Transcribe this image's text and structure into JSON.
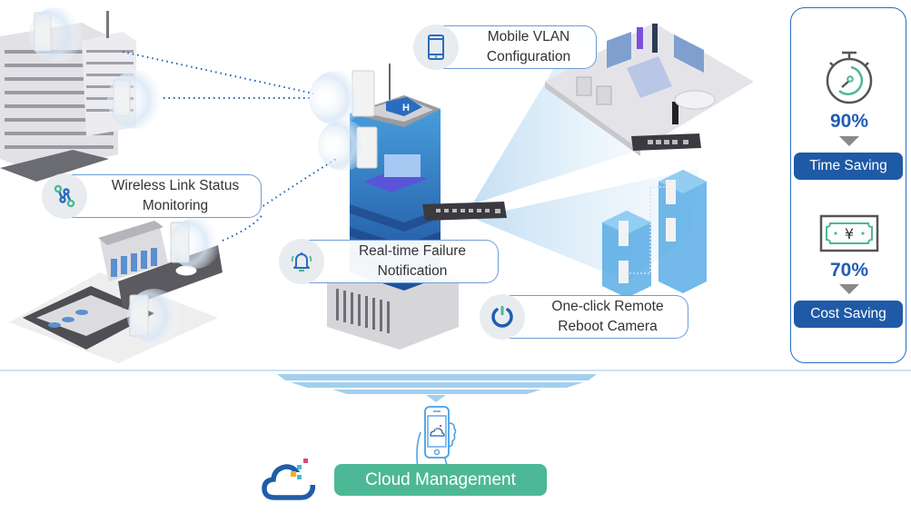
{
  "features": [
    {
      "id": "mobile-vlan",
      "lines": [
        "Mobile VLAN",
        "Configuration"
      ],
      "icon": "mobile-phone-icon"
    },
    {
      "id": "wireless-link",
      "lines": [
        "Wireless Link Status",
        "Monitoring"
      ],
      "icon": "link-nodes-icon"
    },
    {
      "id": "failure-notification",
      "lines": [
        "Real-time Failure",
        "Notification"
      ],
      "icon": "bell-icon"
    },
    {
      "id": "remote-reboot",
      "lines": [
        "One-click Remote",
        "Reboot Camera"
      ],
      "icon": "power-icon"
    }
  ],
  "metrics": [
    {
      "percent": "90%",
      "label": "Time Saving",
      "icon": "stopwatch-icon"
    },
    {
      "percent": "70%",
      "label": "Cost Saving",
      "icon": "banknote-yen-icon"
    }
  ],
  "cloud": {
    "label": "Cloud Management",
    "icon": "cloud-logo-icon",
    "device_icon": "hand-phone-icon"
  },
  "colors": {
    "accent_blue": "#1f5aa6",
    "percent_blue": "#1f5db3",
    "green": "#4db895",
    "icon_green": "#4db895",
    "light_blue": "#a7cff0",
    "callout_border": "#6f9bd6"
  }
}
